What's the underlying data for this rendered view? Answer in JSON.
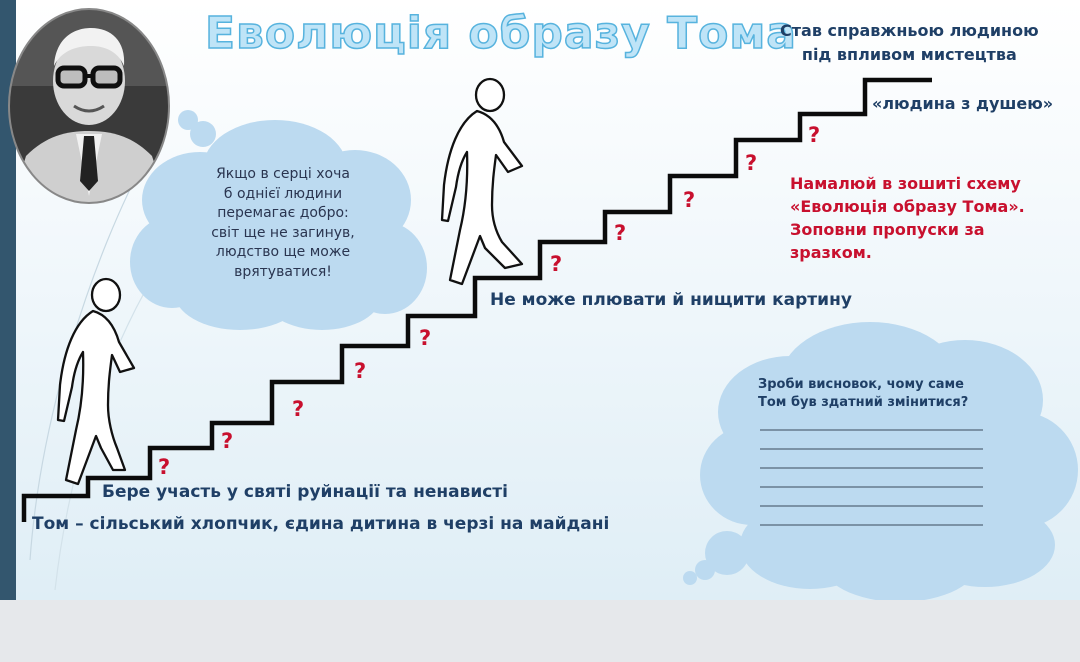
{
  "title": "Еволюція образу Тома",
  "top_right_note": [
    "Став справжньою людиною",
    "під впливом мистецтва"
  ],
  "goal_label": "«людина з душею»",
  "steps": {
    "first": "Том – сільський хлопчик, єдина дитина в черзі на майдані",
    "second": "Бере участь у святі руйнації та ненависті",
    "middle": "Не може плювати й нищити картину"
  },
  "question_mark": "?",
  "task_lines": [
    "Намалюй в зошиті схему",
    "«Еволюція образу Тома».",
    "Зоповни пропуски за",
    "зразком."
  ],
  "quote_lines": [
    "Якщо в серці хоча",
    "б однієї людини",
    "перемагає добро:",
    "світ ще не загинув,",
    "людство ще може",
    "врятуватися!"
  ],
  "conclusion_lines": [
    "Зроби висновок, чому саме",
    "Том був здатний змінитися?"
  ],
  "colors": {
    "accent_blue": "#1f3f66",
    "task_red": "#c8102e",
    "title_fill": "#bfe4f7",
    "cloud_fill": "#bcdaf0",
    "band": "#33566e"
  },
  "icons": [
    "portrait-photo",
    "walking-man-icon",
    "thought-cloud"
  ]
}
